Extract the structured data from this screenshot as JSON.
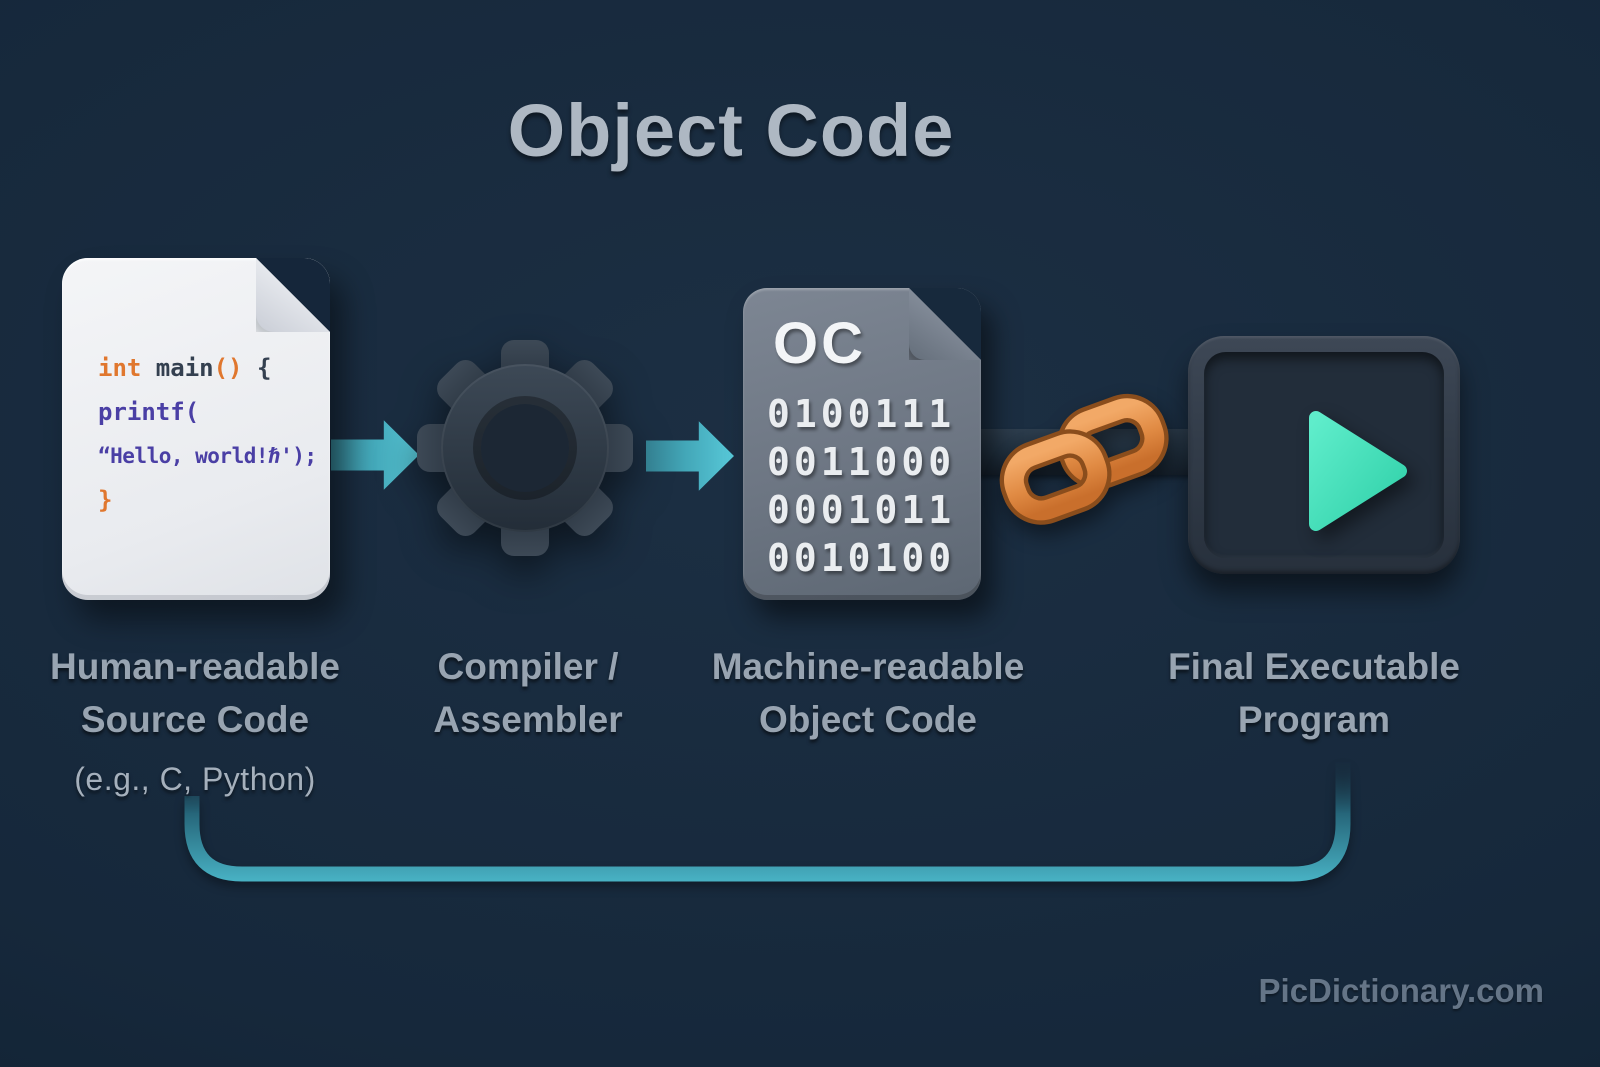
{
  "title": "Object Code",
  "watermark": "PicDictionary.com",
  "source_doc": {
    "code": {
      "l1_type": "int ",
      "l1_fn": "main",
      "l1_paren": "()",
      "l1_brace": " {",
      "l2": "printf(",
      "l3": "“Hello, world!ℏ');",
      "l4": "}"
    },
    "label_line1": "Human-readable",
    "label_line2": "Source Code",
    "sublabel": "(e.g., C, Python)"
  },
  "compiler": {
    "label_line1": "Compiler /",
    "label_line2": "Assembler"
  },
  "object_doc": {
    "badge": "OC",
    "binary": [
      "0100111",
      "0011000",
      "0001011",
      "0010100"
    ],
    "label_line1": "Machine-readable",
    "label_line2": "Object Code"
  },
  "executable": {
    "label_line1": "Final Executable",
    "label_line2": "Program"
  },
  "icons": {
    "compiler": "gear-icon",
    "linker": "chain-link-icon",
    "executable": "play-icon",
    "flow": "arrow-right-icon"
  },
  "colors": {
    "background": "#16283b",
    "title_text": "#aeb8c3",
    "label_text": "#98a4b1",
    "accent_teal": "#4cc0d0",
    "connector_teal": "#42a9bb",
    "chain_orange": "#e08a43",
    "play_green": "#45e2bd",
    "gear_dark": "#2e3945",
    "doc_white": "#eff1f4",
    "doc_gray": "#6e7884",
    "code_orange": "#e0772e",
    "code_indigo": "#4a3fa5",
    "code_dark": "#344050",
    "watermark_text": "#657587"
  }
}
